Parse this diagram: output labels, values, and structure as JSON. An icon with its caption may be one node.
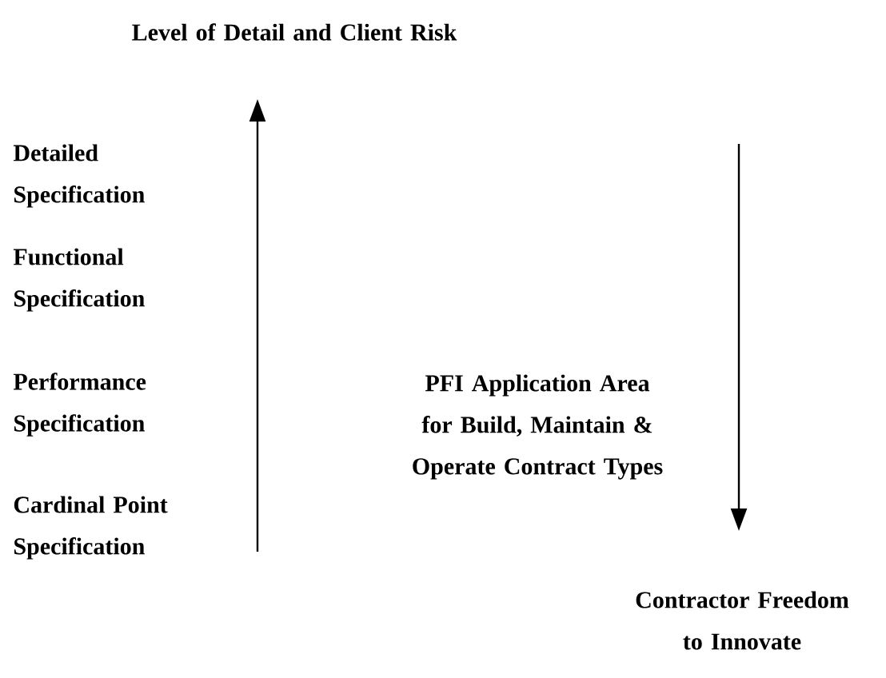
{
  "diagram": {
    "labels": [
      "Level of Detail and Client Risk",
      "Detailed Specification",
      "Functional Specification",
      "Performance Specification",
      "PFI Application Area for Build, Maintain & Operate Contract Types",
      "Cardinal Point Specification",
      "Contractor Freedom to Innovate"
    ]
  }
}
